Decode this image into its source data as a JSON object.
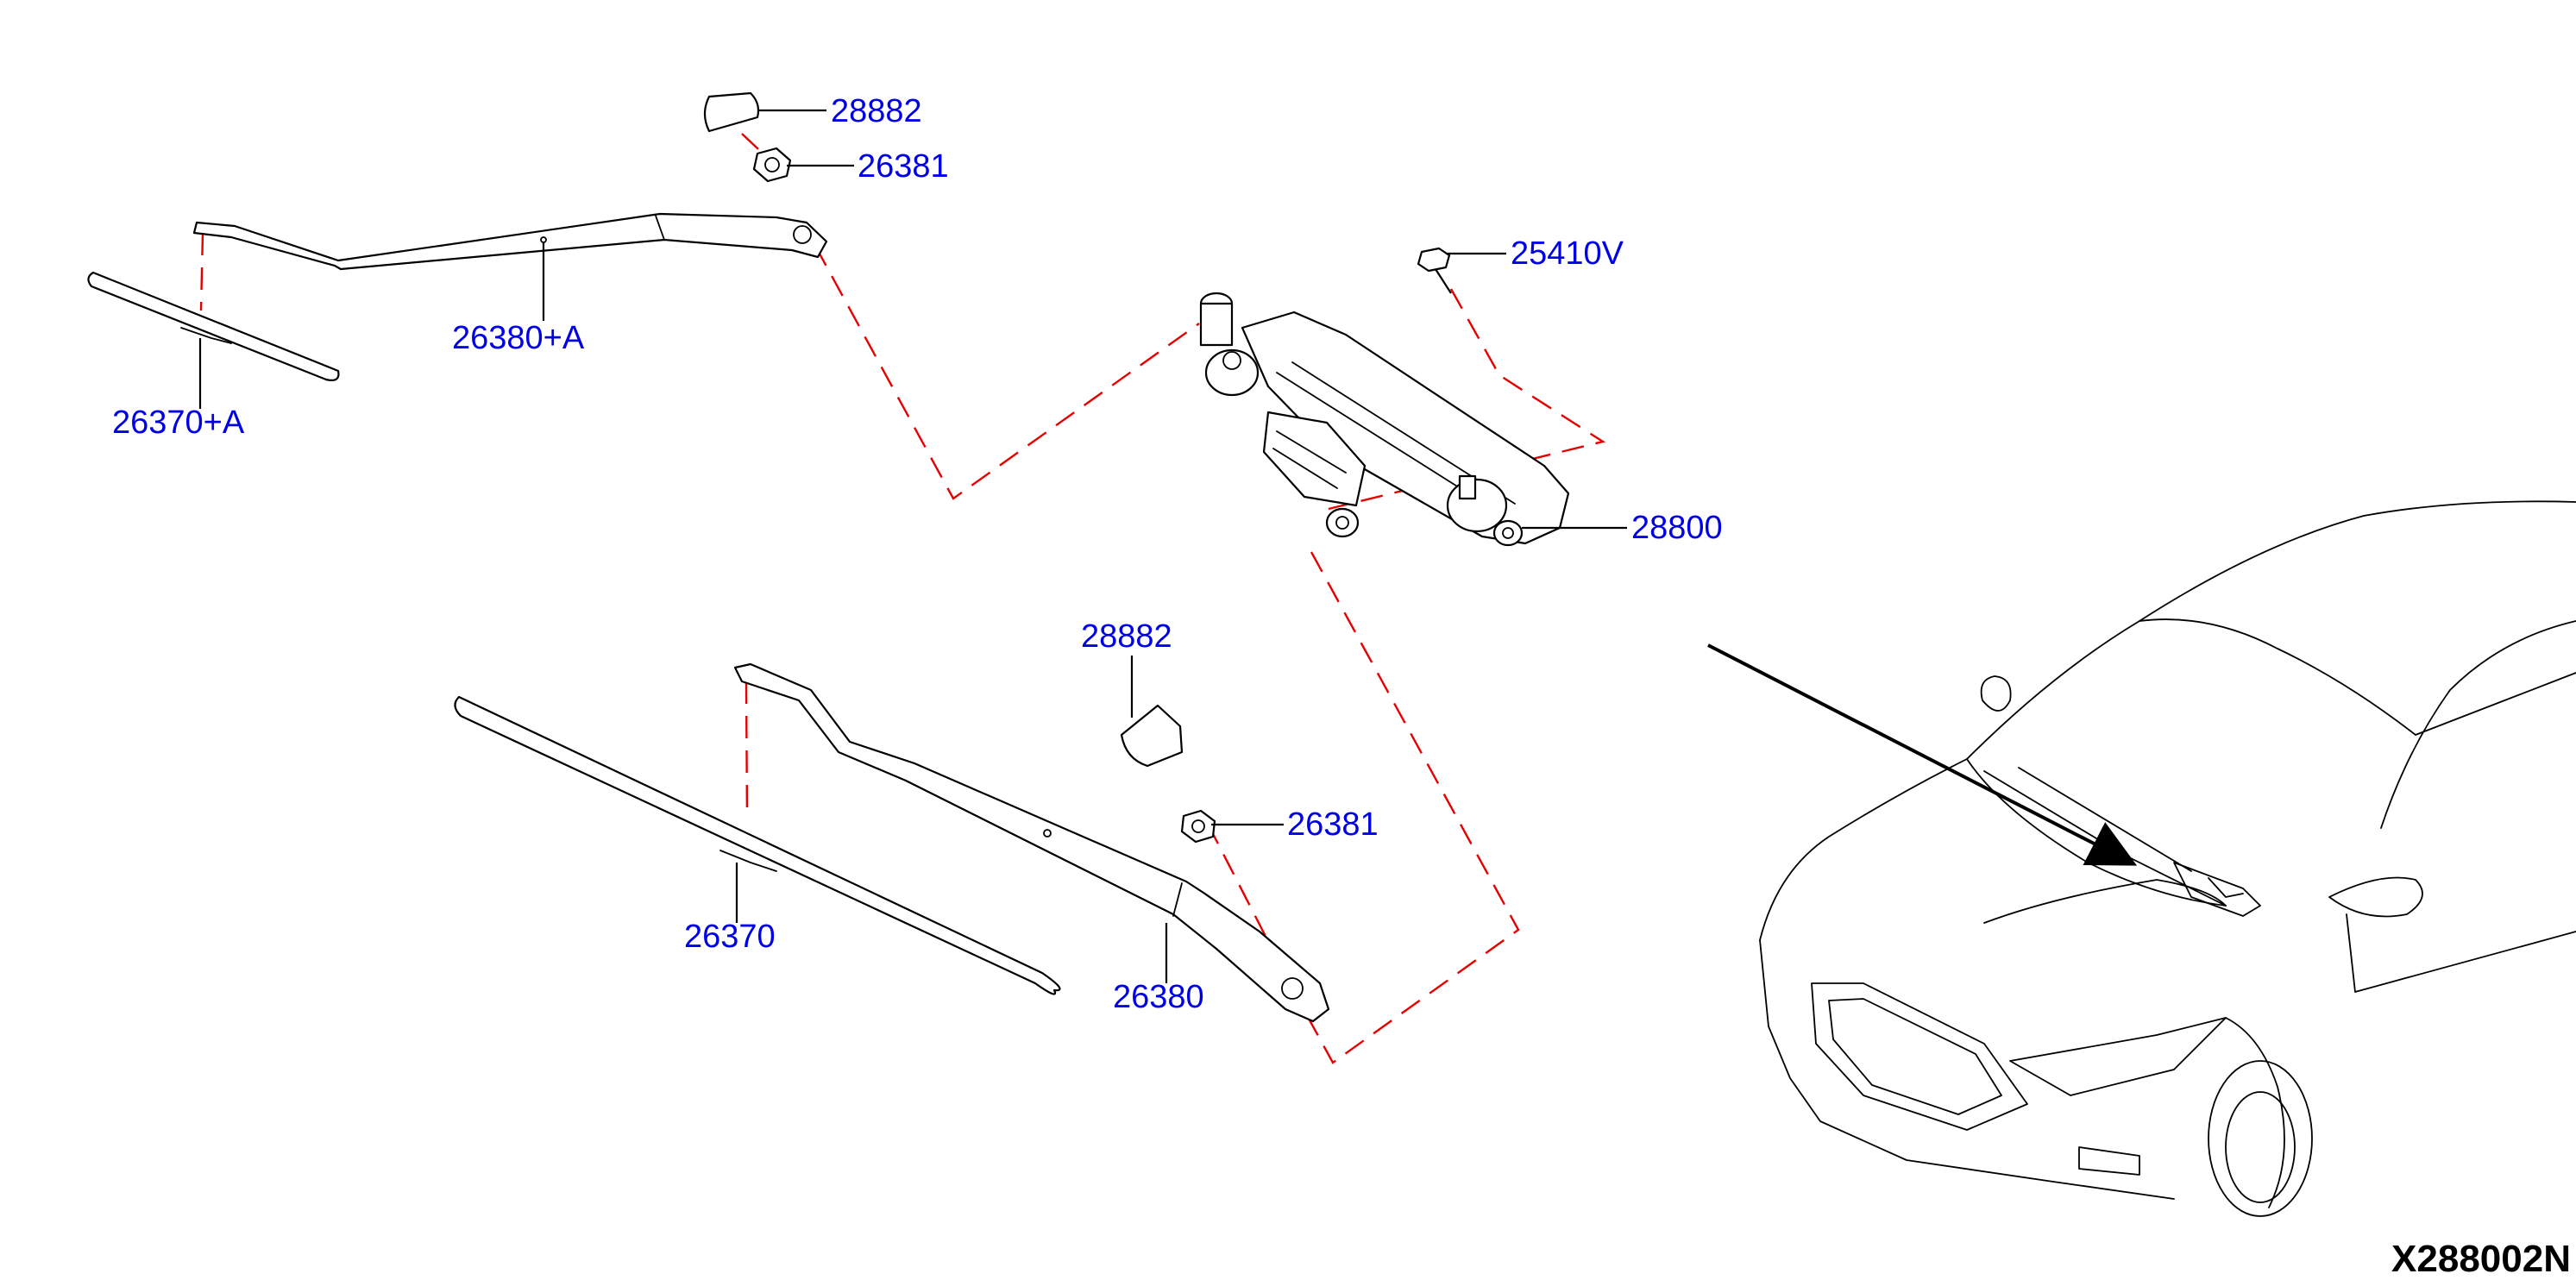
{
  "diagram": {
    "code": "X288002N",
    "colors": {
      "callout_text": "#0000e6",
      "dashed_line": "#e60000",
      "line_art": "#000000",
      "background": "#ffffff"
    },
    "labels": {
      "cap_upper": "28882",
      "nut_upper": "26381",
      "arm_assist": "26380+A",
      "blade_assist": "26370+A",
      "bolt": "25410V",
      "linkage_motor": "28800",
      "cap_lower": "28882",
      "nut_lower": "26381",
      "blade_driver": "26370",
      "arm_driver": "26380"
    },
    "icons": {
      "direction": "arrow-icon"
    }
  }
}
